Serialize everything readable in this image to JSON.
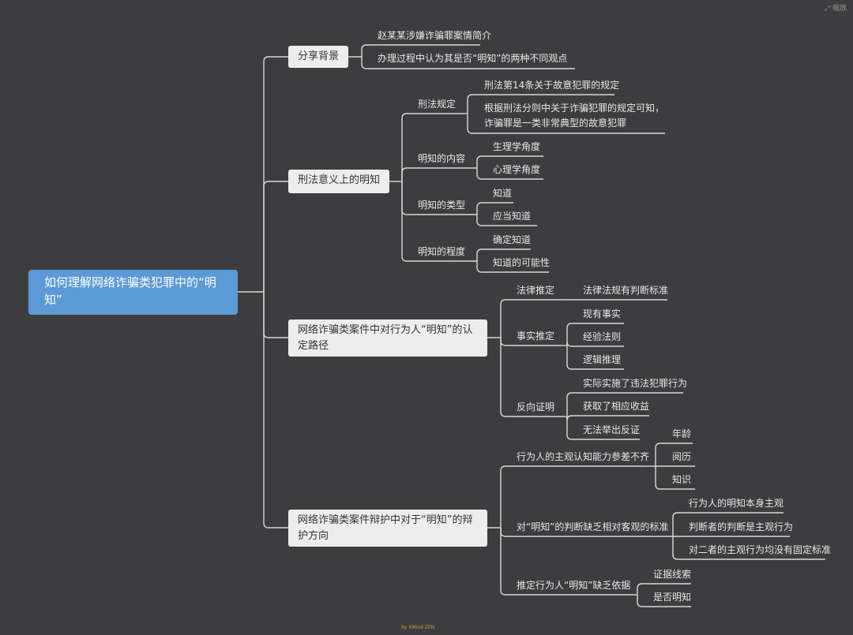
{
  "root": {
    "label": "如何理解网络诈骗类犯罪中的“明知”"
  },
  "branches": [
    {
      "label": "分享背景",
      "children": [
        {
          "label": "赵某某涉嫌诈骗罪案情简介"
        },
        {
          "label": "办理过程中认为其是否“明知”的两种不同观点"
        }
      ]
    },
    {
      "label": "刑法意义上的明知",
      "children": [
        {
          "label": "刑法规定",
          "children": [
            {
              "label": "刑法第14条关于故意犯罪的规定"
            },
            {
              "label": "根据刑法分则中关于诈骗犯罪的规定可知，诈骗罪是一类非常典型的故意犯罪"
            }
          ]
        },
        {
          "label": "明知的内容",
          "children": [
            {
              "label": "生理学角度"
            },
            {
              "label": "心理学角度"
            }
          ]
        },
        {
          "label": "明知的类型",
          "children": [
            {
              "label": "知道"
            },
            {
              "label": "应当知道"
            }
          ]
        },
        {
          "label": "明知的程度",
          "children": [
            {
              "label": "确定知道"
            },
            {
              "label": "知道的可能性"
            }
          ]
        }
      ]
    },
    {
      "label": "网络诈骗类案件中对行为人“明知”的认定路径",
      "children": [
        {
          "label": "法律推定",
          "children": [
            {
              "label": "法律法规有判断标准"
            }
          ]
        },
        {
          "label": "事实推定",
          "children": [
            {
              "label": "现有事实"
            },
            {
              "label": "经验法则"
            },
            {
              "label": "逻辑推理"
            }
          ]
        },
        {
          "label": "反向证明",
          "children": [
            {
              "label": "实际实施了违法犯罪行为"
            },
            {
              "label": "获取了相应收益"
            },
            {
              "label": "无法举出反证"
            }
          ]
        }
      ]
    },
    {
      "label": "网络诈骗类案件辩护中对于“明知”的辩护方向",
      "children": [
        {
          "label": "行为人的主观认知能力参差不齐",
          "children": [
            {
              "label": "年龄"
            },
            {
              "label": "阅历"
            },
            {
              "label": "知识"
            }
          ]
        },
        {
          "label": "对“明知”的判断缺乏相对客观的标准",
          "children": [
            {
              "label": "行为人的明知本身主观"
            },
            {
              "label": "判断者的判断是主观行为"
            },
            {
              "label": "对二者的主观行为均没有固定标准"
            }
          ]
        },
        {
          "label": "推定行为人“明知”缺乏依据",
          "children": [
            {
              "label": "证据线索"
            },
            {
              "label": "是否明知"
            }
          ]
        }
      ]
    }
  ],
  "watermark": {
    "corner": "缩放",
    "footer": "by XMind ZEN"
  },
  "colors": {
    "background": "#3d3d40",
    "root": "#5b9ad6",
    "topic": "#ededed",
    "line": "#d8d8d8"
  }
}
